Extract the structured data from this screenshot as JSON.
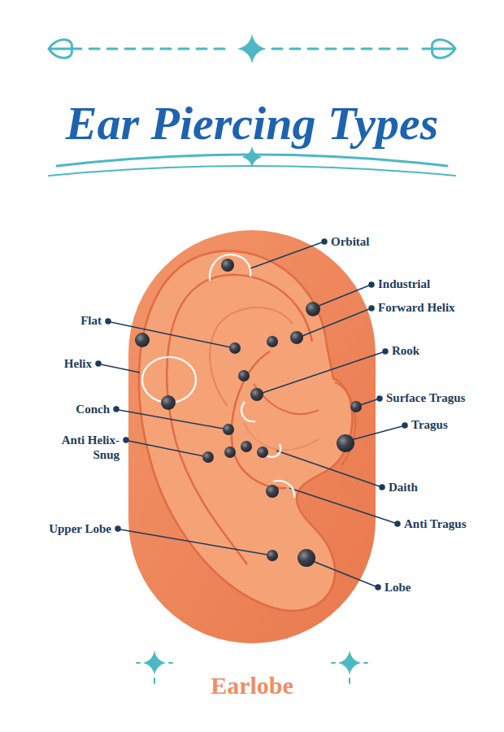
{
  "diagram": {
    "title": "Ear Piercing Types",
    "caption": "Earlobe",
    "labels": [
      "Orbital",
      "Industrial",
      "Forward Helix",
      "Flat",
      "Helix",
      "Rook",
      "Surface Tragus",
      "Conch",
      "Tragus",
      "Anti Helix-Snug",
      "Daith",
      "Anti Tragus",
      "Upper Lobe",
      "Lobe"
    ]
  }
}
